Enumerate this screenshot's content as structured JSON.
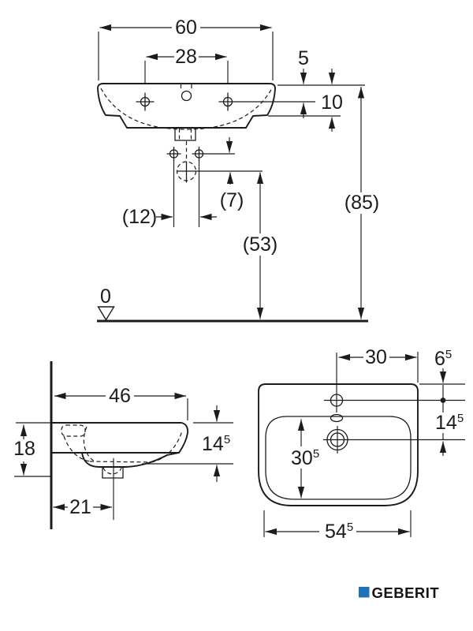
{
  "front_view": {
    "width": "60",
    "tap_hole_distance": "28",
    "top_to_fixing_holes": "5",
    "top_to_underside": "10",
    "rim_height_installed": "(85)",
    "fixing_to_trap": "(7)",
    "supply_spacing": "(12)",
    "trap_height_installed": "(53)",
    "floor_datum": "0"
  },
  "side_view": {
    "depth": "46",
    "front_edge_height": "18",
    "rim_to_apron": {
      "value": "14",
      "sup": "5"
    },
    "wall_to_trap": "21"
  },
  "plan_view": {
    "tap_to_side_edge": "30",
    "rear_edge_to_tap": {
      "value": "6",
      "sup": "5"
    },
    "tap_to_drain": {
      "value": "14",
      "sup": "5"
    },
    "bowl_depth": {
      "value": "30",
      "sup": "5"
    },
    "front_width": {
      "value": "54",
      "sup": "5"
    }
  },
  "logo": {
    "text": "GEBERIT",
    "square_color": "#1e73b8"
  }
}
